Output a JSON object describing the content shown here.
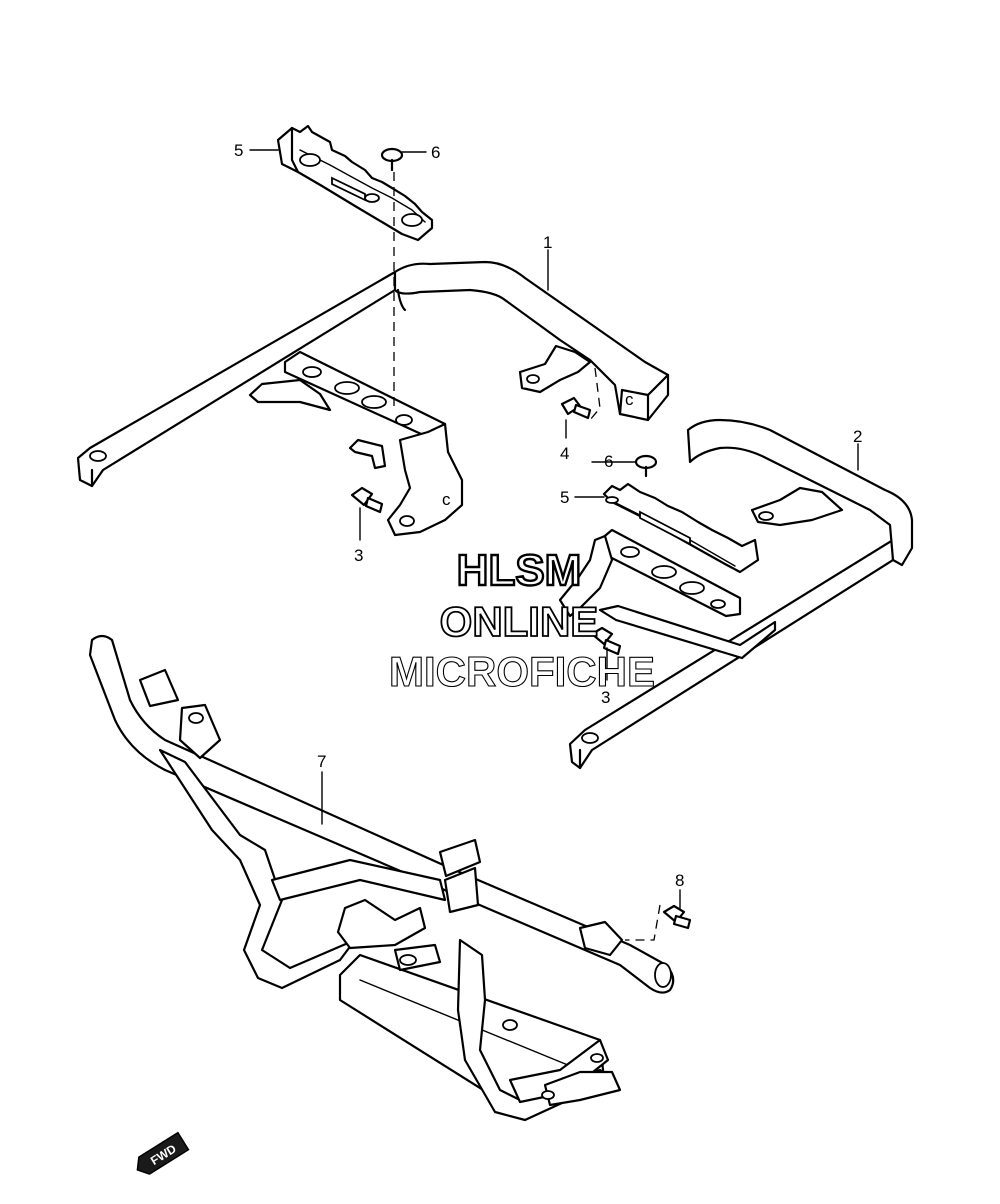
{
  "watermark": {
    "line1": "HLSM",
    "line2": "ONLINE",
    "line3": "MICROFICHE"
  },
  "callouts": {
    "c1": "1",
    "c2": "2",
    "c3a": "3",
    "c3b": "3",
    "c4": "4",
    "c5a": "5",
    "c5b": "5",
    "c6a": "6",
    "c6b": "6",
    "c7": "7",
    "c8": "8"
  },
  "direction_badge": "FWD",
  "colors": {
    "line": "#000000",
    "background": "#ffffff"
  }
}
